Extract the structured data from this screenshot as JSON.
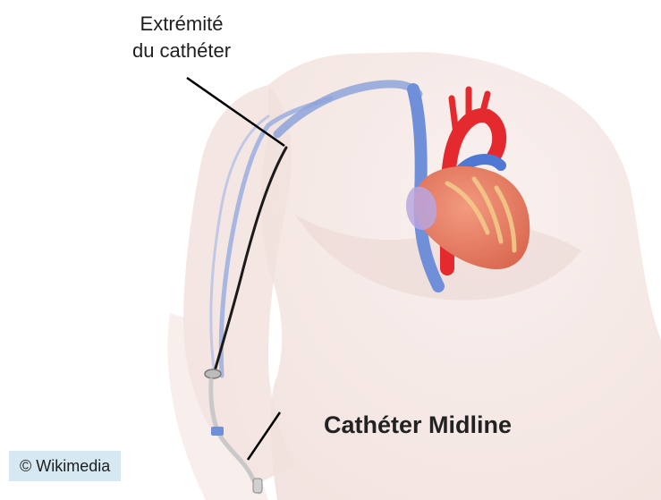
{
  "labels": {
    "catheter_tip_line1": "Extrémité",
    "catheter_tip_line2": "du cathéter",
    "title": "Cathéter Midline",
    "credit": "© Wikimedia"
  },
  "colors": {
    "skin": "#f4e6e2",
    "skin_shadow": "#ead4cf",
    "vein": "#9fb1e0",
    "artery": "#e52a2f",
    "vena_cava": "#6f8fd8",
    "heart": "#e88a70",
    "heart_fat": "#f2c98a",
    "catheter": "#1a1a1a",
    "credit_bg": "#d6e9f3"
  }
}
